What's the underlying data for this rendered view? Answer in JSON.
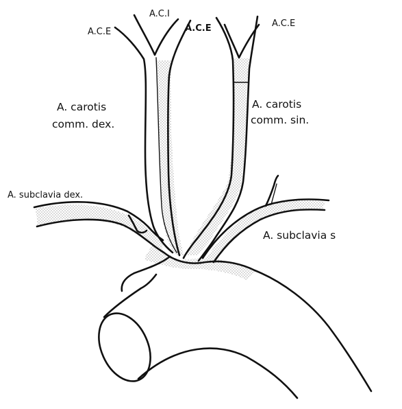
{
  "labels": {
    "ace_right_ext": "A.C.E",
    "aci": "A.C.I",
    "ace_left_int": "A.C.E",
    "ace_far_right": "A.C.E",
    "carotis_dex_line1": "A. carotis",
    "carotis_dex_line2": "comm. dex.",
    "carotis_sin_line1": "A. carotis",
    "carotis_sin_line2": "comm. sin.",
    "subclavia_dex": "A. subclavia dex.",
    "subclavia_sin": "A. subclavia s"
  },
  "colors": {
    "ink": "#111111",
    "paper": "#ffffff",
    "stipple": "#9a9a9a"
  }
}
